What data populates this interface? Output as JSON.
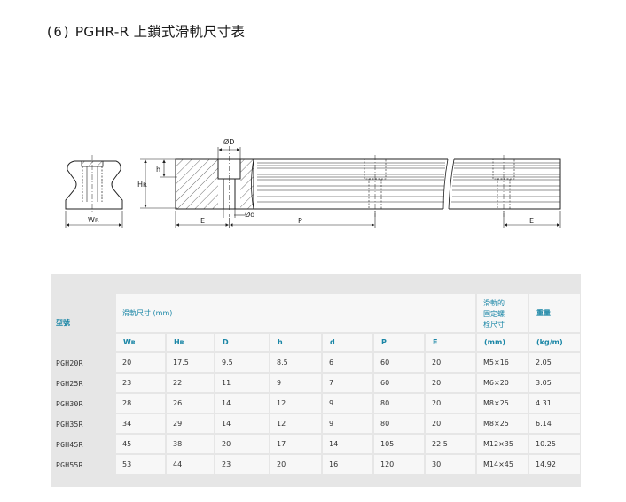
{
  "title": {
    "prefix": "(6)",
    "text": "PGHR-R 上鎖式滑軌尺寸表"
  },
  "drawing": {
    "labels": {
      "phiD": "ØD",
      "phid": "Ød",
      "h": "h",
      "hr": "Hʀ",
      "wr": "Wʀ",
      "e_left": "E",
      "p": "P",
      "e_right": "E"
    }
  },
  "table": {
    "model_header": "型號",
    "dims_header": "滑軌尺寸 (mm)",
    "bolt_header": [
      "滑軌的",
      "固定螺",
      "栓尺寸"
    ],
    "weight_header": "重量",
    "sub_headers": [
      "Wʀ",
      "Hʀ",
      "D",
      "h",
      "d",
      "P",
      "E",
      "(mm)",
      "(kg/m)"
    ],
    "rows": [
      {
        "model": "PGH20R",
        "values": [
          "20",
          "17.5",
          "9.5",
          "8.5",
          "6",
          "60",
          "20",
          "M5×16",
          "2.05"
        ]
      },
      {
        "model": "PGH25R",
        "values": [
          "23",
          "22",
          "11",
          "9",
          "7",
          "60",
          "20",
          "M6×20",
          "3.05"
        ]
      },
      {
        "model": "PGH30R",
        "values": [
          "28",
          "26",
          "14",
          "12",
          "9",
          "80",
          "20",
          "M8×25",
          "4.31"
        ]
      },
      {
        "model": "PGH35R",
        "values": [
          "34",
          "29",
          "14",
          "12",
          "9",
          "80",
          "20",
          "M8×25",
          "6.14"
        ]
      },
      {
        "model": "PGH45R",
        "values": [
          "45",
          "38",
          "20",
          "17",
          "14",
          "105",
          "22.5",
          "M12×35",
          "10.25"
        ]
      },
      {
        "model": "PGH55R",
        "values": [
          "53",
          "44",
          "23",
          "20",
          "16",
          "120",
          "30",
          "M14×45",
          "14.92"
        ]
      }
    ]
  }
}
